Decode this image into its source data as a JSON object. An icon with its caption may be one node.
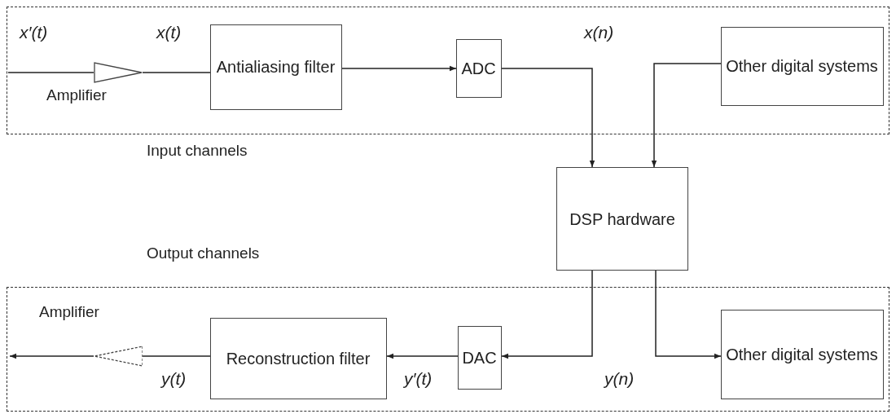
{
  "diagram": {
    "nodes": [
      {
        "text": [
          "Input channels"
        ]
      },
      {
        "text": [],
        "shape": "triangle",
        "in": 0,
        "beside": [
          "Amplifier"
        ]
      },
      {
        "text": [
          "Antialiasing filter"
        ],
        "in": 0
      },
      {
        "text": [
          "ADC"
        ],
        "in": 0
      },
      {
        "text": [
          "Other digital systems"
        ],
        "in": 0
      },
      {
        "text": [
          "DSP hardware"
        ]
      },
      {
        "text": [
          "Output channels"
        ]
      },
      {
        "text": [
          "Reconstruction filter"
        ],
        "in": 6
      },
      {
        "text": [],
        "shape": "triangle",
        "in": 6,
        "beside": [
          "Amplifier"
        ]
      },
      {
        "text": [
          "DAC"
        ],
        "in": 6
      },
      {
        "text": [
          "Other digital systems"
        ],
        "in": 6
      }
    ],
    "edges": [
      {
        "from": null,
        "to": 1,
        "arrow": "none",
        "label": "x′(t)"
      },
      {
        "from": 1,
        "to": 2,
        "arrow": "none",
        "label": "x(t)"
      },
      {
        "from": 2,
        "to": 3,
        "arrow": "to"
      },
      {
        "from": 3,
        "to": 5,
        "arrow": "to"
      },
      {
        "from": 4,
        "to": 5,
        "arrow": "to"
      },
      {
        "from": 5,
        "to": 9,
        "arrow": "to"
      },
      {
        "from": 5,
        "to": 10,
        "arrow": "to"
      },
      {
        "from": 9,
        "to": 7,
        "arrow": "to",
        "label": "y′(t)"
      },
      {
        "from": 7,
        "to": 8,
        "arrow": "none",
        "label": "y(t)"
      },
      {
        "from": 8,
        "to": null,
        "arrow": "to"
      }
    ],
    "labels": [
      "x(n)",
      "y(n)"
    ]
  }
}
